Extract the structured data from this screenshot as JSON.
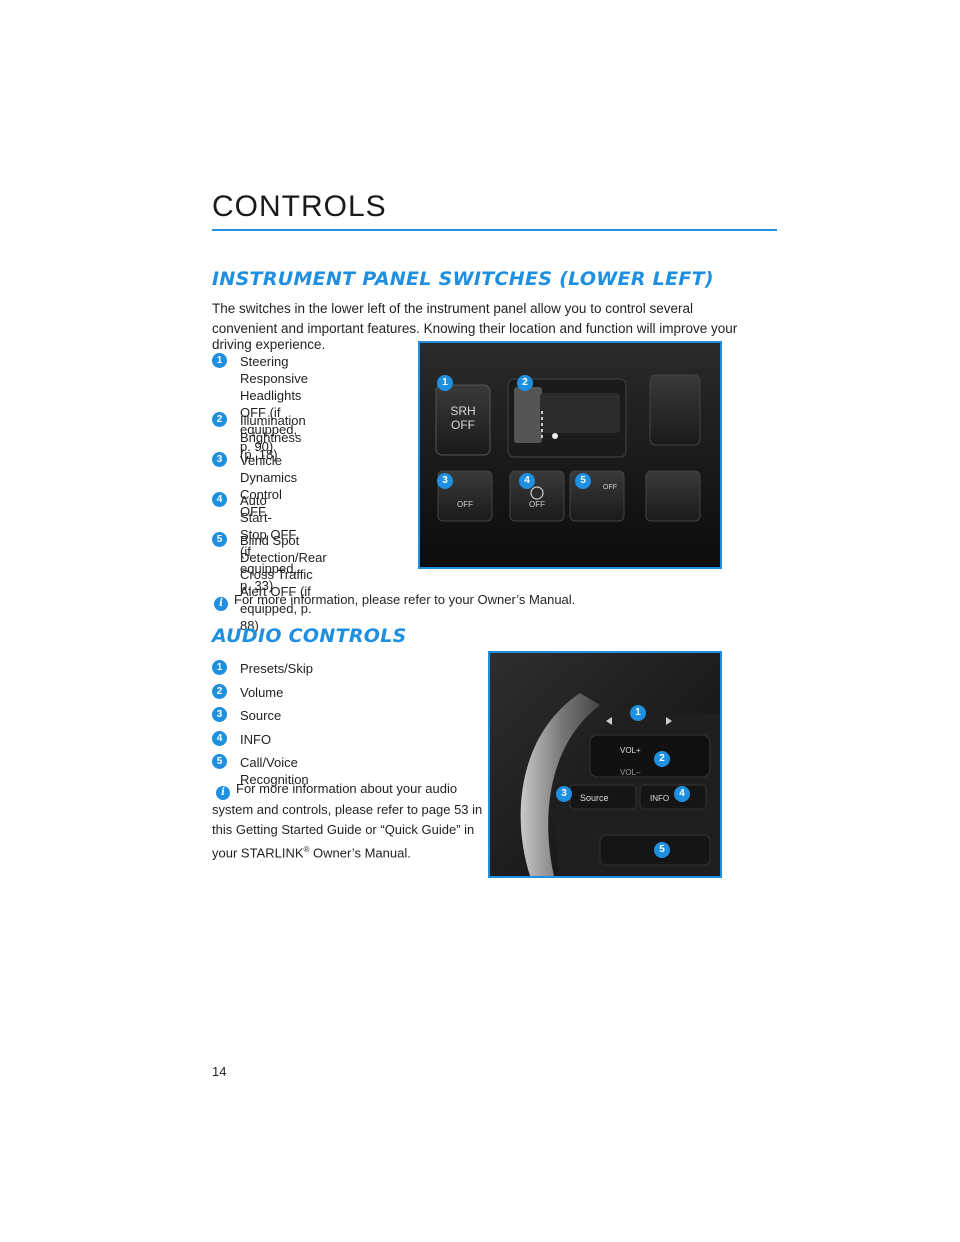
{
  "header": {
    "title": "CONTROLS"
  },
  "section1": {
    "heading": "INSTRUMENT PANEL SWITCHES (LOWER LEFT)",
    "intro_line1": "The switches in the lower left of the instrument panel allow you to control several",
    "intro_line2": "convenient and important features. Knowing their location and function will improve your",
    "intro_line3": "driving experience.",
    "items": [
      {
        "num": "1",
        "lines": [
          "Steering Responsive",
          "Headlights OFF (if equipped,",
          "p. 90)"
        ]
      },
      {
        "num": "2",
        "lines": [
          "Illumination Brightness",
          "(p. 18)"
        ]
      },
      {
        "num": "3",
        "lines": [
          "Vehicle Dynamics Control",
          "OFF"
        ]
      },
      {
        "num": "4",
        "lines": [
          "Auto Start-Stop OFF (if",
          "equipped, p. 33)"
        ]
      },
      {
        "num": "5",
        "lines": [
          "Blind Spot Detection/Rear",
          "Cross Traffic Alert OFF (if",
          "equipped, p. 88)"
        ]
      }
    ],
    "note": "For more information, please refer to your Owner’s Manual.",
    "photo": {
      "callouts": [
        "1",
        "2",
        "3",
        "4",
        "5"
      ],
      "srh_line1": "SRH",
      "srh_line2": "OFF",
      "vdc_label": "OFF",
      "ass_label": "OFF",
      "bsd_label": "OFF"
    }
  },
  "section2": {
    "heading": "AUDIO CONTROLS",
    "items": [
      {
        "num": "1",
        "label": "Presets/Skip"
      },
      {
        "num": "2",
        "label": "Volume"
      },
      {
        "num": "3",
        "label": "Source"
      },
      {
        "num": "4",
        "label": "INFO"
      },
      {
        "num": "5",
        "label": "Call/Voice Recognition"
      }
    ],
    "note_line1": "For more information about your audio",
    "note_line2": "system and controls, please refer to page 53 in",
    "note_line3": "this Getting Started Guide or “Quick Guide” in",
    "note_line4a": "your STARLINK",
    "note_reg": "®",
    "note_line4b": " Owner’s Manual.",
    "photo": {
      "callouts": [
        "1",
        "2",
        "3",
        "4",
        "5"
      ],
      "vol_up": "VOL+",
      "vol_down": "VOL–",
      "source": "Source",
      "info": "INFO"
    }
  },
  "footer": {
    "page_number": "14"
  }
}
